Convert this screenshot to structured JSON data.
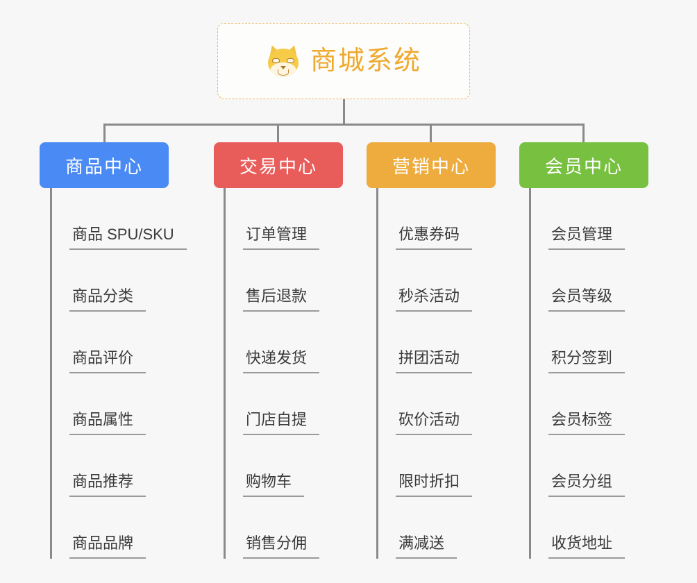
{
  "root": {
    "icon": "shiba-inu-face-icon",
    "title": "商城系统",
    "accent_color": "#efa92e",
    "border_color": "#eab95a"
  },
  "branches": [
    {
      "title": "商品中心",
      "color": "#4a8af4",
      "items": [
        "商品 SPU/SKU",
        "商品分类",
        "商品评价",
        "商品属性",
        "商品推荐",
        "商品品牌"
      ]
    },
    {
      "title": "交易中心",
      "color": "#e85d5a",
      "items": [
        "订单管理",
        "售后退款",
        "快递发货",
        "门店自提",
        "购物车",
        "销售分佣"
      ]
    },
    {
      "title": "营销中心",
      "color": "#eeac3e",
      "items": [
        "优惠券码",
        "秒杀活动",
        "拼团活动",
        "砍价活动",
        "限时折扣",
        "满减送"
      ]
    },
    {
      "title": "会员中心",
      "color": "#78c040",
      "items": [
        "会员管理",
        "会员等级",
        "积分签到",
        "会员标签",
        "会员分组",
        "收货地址"
      ]
    }
  ],
  "connector_color": "#8a8a8a",
  "background_color": "#f7f7f7"
}
